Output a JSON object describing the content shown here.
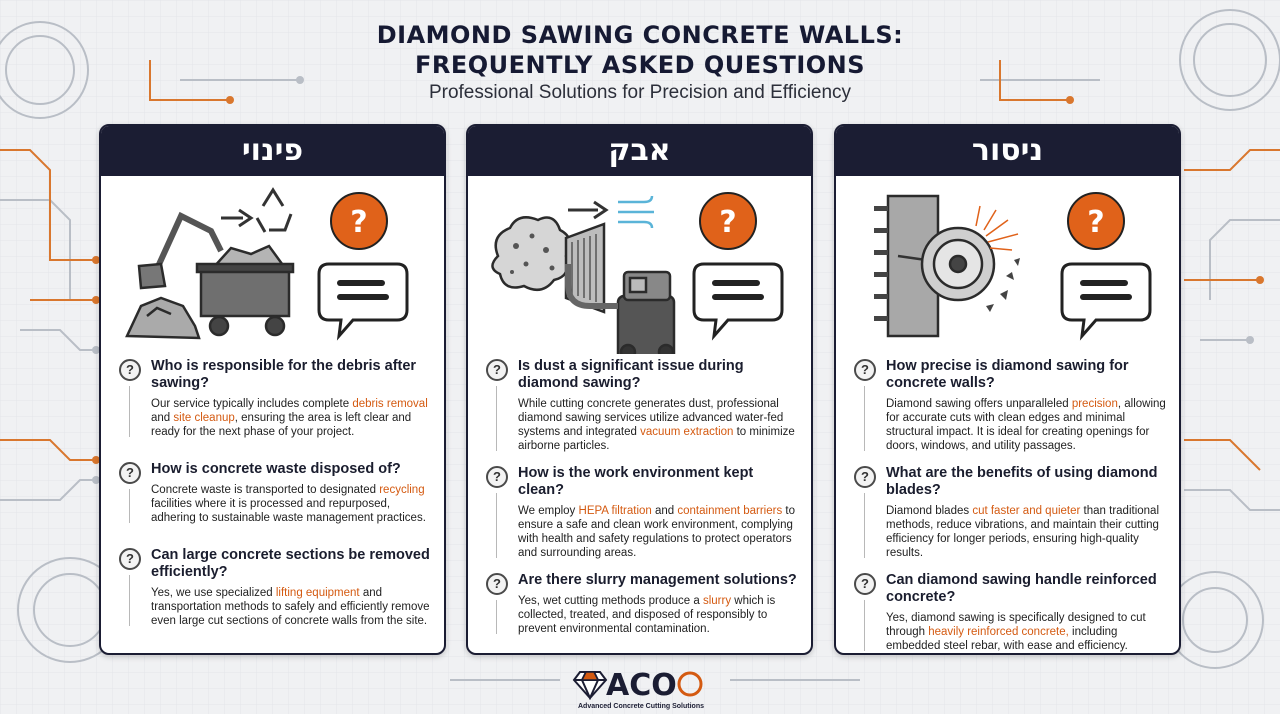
{
  "header": {
    "title_line1": "DIAMOND SAWING CONCRETE WALLS:",
    "title_line2": "FREQUENTLY ASKED QUESTIONS",
    "subtitle": "Professional Solutions for Precision and Efficiency"
  },
  "cards": [
    {
      "title": "פינוי",
      "items": [
        {
          "question": "Who is responsible for the debris after sawing?",
          "answer_parts": [
            "Our service typically includes complete ",
            "debris removal",
            " and ",
            "site cleanup",
            ", ensuring the area is left clear and ready for the next phase of your project."
          ]
        },
        {
          "question": "How is concrete waste disposed of?",
          "answer_parts": [
            "Concrete waste is transported to designated ",
            "recycling",
            " facilities where it is processed and repurposed, adhering to sustainable waste management practices."
          ]
        },
        {
          "question": "Can large concrete sections be removed efficiently?",
          "answer_parts": [
            "Yes, we use specialized ",
            "lifting equipment",
            " and transportation methods to safely and efficiently remove even large cut sections of concrete walls from the site."
          ]
        }
      ]
    },
    {
      "title": "אבק",
      "items": [
        {
          "question": "Is dust a significant issue during diamond sawing?",
          "answer_parts": [
            "While cutting concrete generates dust, professional diamond sawing services utilize advanced water-fed systems and integrated ",
            "vacuum extraction",
            " to minimize airborne particles."
          ]
        },
        {
          "question": "How is the work environment kept clean?",
          "answer_parts": [
            "We employ ",
            "HEPA filtration",
            " and ",
            "containment barriers",
            " to ensure a safe and clean work environment, complying with health and safety regulations to protect operators and surrounding areas."
          ]
        },
        {
          "question": "Are there slurry management solutions?",
          "answer_parts": [
            "Yes, wet cutting methods produce a ",
            "slurry",
            " which is collected, treated, and disposed of responsibly to prevent environmental contamination."
          ]
        }
      ]
    },
    {
      "title": "ניסור",
      "items": [
        {
          "question": "How precise is diamond sawing for concrete walls?",
          "answer_parts": [
            "Diamond sawing offers unparalleled ",
            "precision",
            ", allowing for accurate cuts with clean edges and minimal structural impact. It is ideal for creating openings for doors, windows, and utility passages."
          ]
        },
        {
          "question": "What are the benefits of using diamond blades?",
          "answer_parts": [
            "Diamond blades ",
            "cut faster and quieter",
            " than traditional methods, reduce vibrations, and maintain their cutting efficiency for longer periods, ensuring high-quality results."
          ]
        },
        {
          "question": "Can diamond sawing handle reinforced concrete?",
          "answer_parts": [
            "Yes, diamond sawing is specifically designed to cut through ",
            "heavily reinforced concrete,",
            " including embedded steel rebar, with ease and efficiency."
          ]
        }
      ]
    }
  ],
  "logo": {
    "mark": "ACO",
    "tagline": "Advanced Concrete Cutting Solutions"
  },
  "colors": {
    "navy": "#1b1d33",
    "accent": "#d45a11",
    "qmark_orange": "#e0621a"
  }
}
